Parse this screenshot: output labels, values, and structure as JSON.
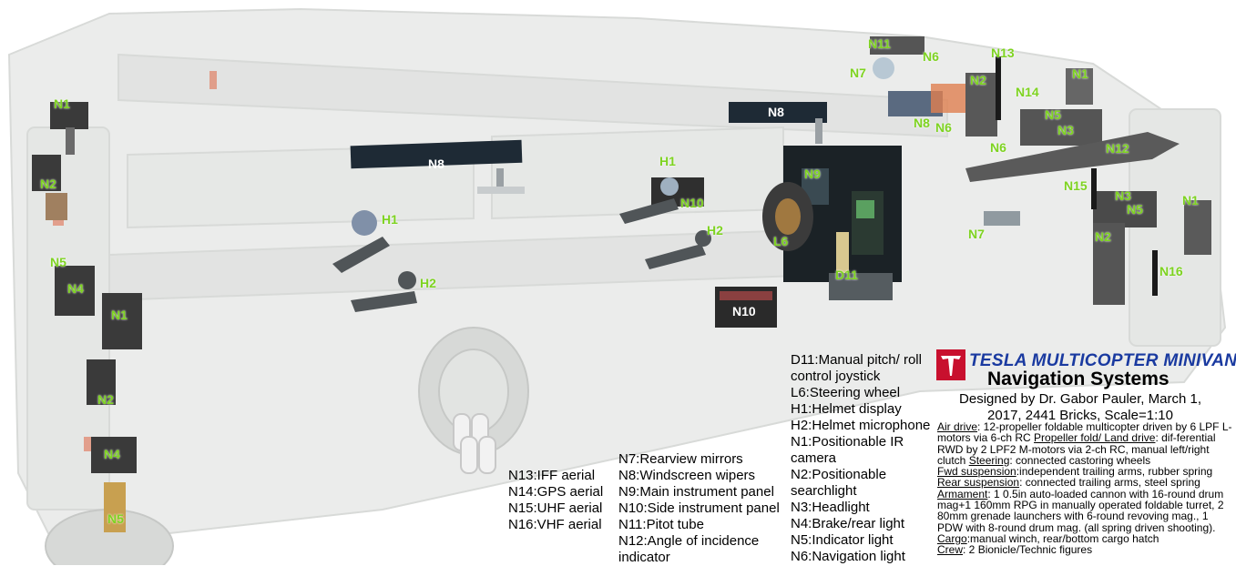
{
  "header": {
    "brand": "TESLA MULTICOPTER MINIVAN",
    "subtitle": "Navigation Systems",
    "credit": "Designed by Dr. Gabor Pauler, March 1, 2017, 2441 Bricks, Scale=1:10"
  },
  "colors": {
    "label_green": "#7ed321",
    "brand_blue": "#1a3aa0",
    "logo_red": "#c8102e"
  },
  "labels": {
    "n1_a": "N1",
    "n1_b": "N1",
    "n1_c": "N1",
    "n1_d": "N1",
    "n2_a": "N2",
    "n2_b": "N2",
    "n2_c": "N2",
    "n2_d": "N2",
    "n3_a": "N3",
    "n3_b": "N3",
    "n4_a": "N4",
    "n4_b": "N4",
    "n5_a": "N5",
    "n5_b": "N5",
    "n5_c": "N5",
    "n5_d": "N5",
    "n6_a": "N6",
    "n6_b": "N6",
    "n6_c": "N6",
    "n7_a": "N7",
    "n7_b": "N7",
    "n8_a": "N8",
    "n8_b": "N8",
    "n8_c": "N8",
    "n9": "N9",
    "n10_a": "N10",
    "n10_b": "N10",
    "n11": "N11",
    "n12": "N12",
    "n13": "N13",
    "n14": "N14",
    "n15": "N15",
    "n16": "N16",
    "h1_a": "H1",
    "h1_b": "H1",
    "h2_a": "H2",
    "h2_b": "H2",
    "l6": "L6",
    "d11": "D11"
  },
  "legend_left": [
    "N13:IFF aerial",
    "N14:GPS aerial",
    "N15:UHF aerial",
    "N16:VHF aerial"
  ],
  "legend_mid": [
    "N7:Rearview mirrors",
    "N8:Windscreen wipers",
    "N9:Main instrument panel",
    "N10:Side instrument panel",
    "N11:Pitot tube",
    "N12:Angle of incidence",
    "indicator"
  ],
  "legend_right": [
    "D11:Manual pitch/ roll",
    "control joystick",
    "L6:Steering wheel",
    "H1:Helmet display",
    "H2:Helmet microphone",
    "N1:Positionable IR",
    "camera",
    "N2:Positionable",
    "searchlight",
    "N3:Headlight",
    "N4:Brake/rear light",
    "N5:Indicator light",
    "N6:Navigation light"
  ],
  "specs": {
    "air_drive_label": "Air drive",
    "air_drive_text": ": 12-propeller foldable multicopter driven by 6 LPF L-motors via 6-ch RC ",
    "prop_label": "Propeller fold/ Land drive",
    "prop_text": ": dif-ferential RWD by 2 LPF2 M-motors via 2-ch RC, manual left/right clutch ",
    "steering_label": "Steering",
    "steering_text": ": connected castoring wheels",
    "fwd_label": "Fwd suspension",
    "fwd_text": ":independent trailing arms, rubber spring",
    "rear_label": "Rear suspension",
    "rear_text": ": connected trailing arms, steel spring",
    "armament_label": "Armament",
    "armament_text": ": 1 0.5in auto-loaded cannon with 16-round drum mag+1 160mm RPG in manually operated foldable turret, 2 80mm grenade launchers with 6-round revoving mag., 1 PDW with 8-round drum mag. (all spring driven shooting). ",
    "cargo_label": "Cargo",
    "cargo_text": ":manual winch, rear/bottom cargo hatch",
    "crew_label": "Crew",
    "crew_text": ": 2 Bionicle/Technic figures"
  }
}
